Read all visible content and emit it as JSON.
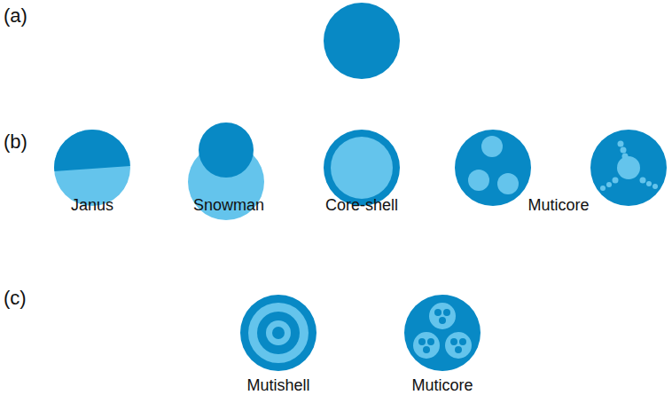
{
  "diagram": {
    "labels": [
      "(a)",
      "(b)",
      "Janus",
      "Snowman",
      "Core-shell",
      "Muticore",
      "(c)",
      "Mutishell",
      "Muticore"
    ]
  }
}
